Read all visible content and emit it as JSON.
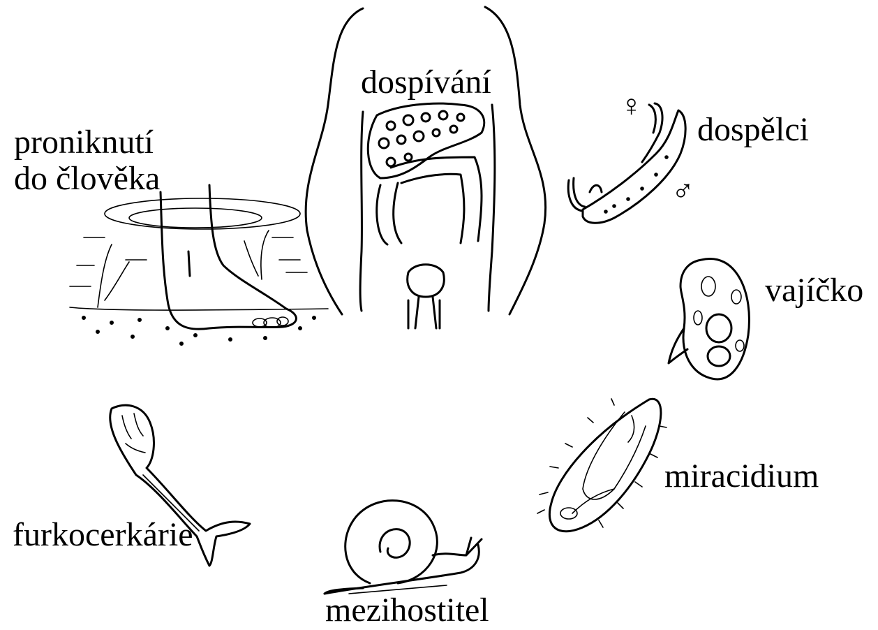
{
  "stages": {
    "maturation": "dospívání",
    "adults": "dospělci",
    "egg": "vajíčko",
    "miracidium": "miracidium",
    "intermediate_host": "mezihostitel",
    "furcocercaria": "furkocerkárie",
    "penetration_line1": "proniknutí",
    "penetration_line2": "do člověka"
  },
  "symbols": {
    "female": "♀",
    "male": "♂"
  }
}
